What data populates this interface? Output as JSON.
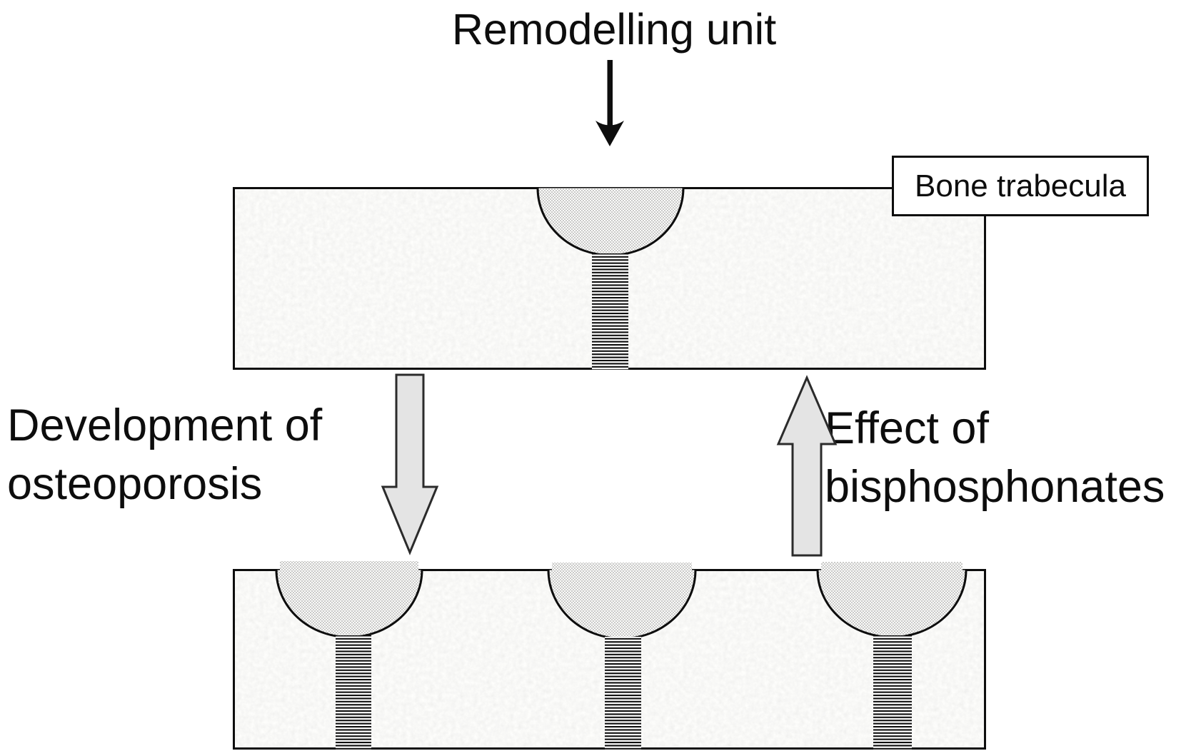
{
  "figure": {
    "title": "Remodelling unit",
    "bone_label": "Bone trabecula",
    "left_caption": {
      "line1": "Development of",
      "line2": "osteoporosis"
    },
    "right_caption": {
      "line1": "Effect of",
      "line2": "bisphosphonates"
    },
    "top_trabecula": {
      "description": "bone trabecula with single remodelling unit",
      "pit_count": 1
    },
    "bottom_trabecula": {
      "description": "osteoporotic bone trabecula with multiple remodelling units",
      "pit_count": 3
    },
    "arrows": [
      {
        "name": "remodelling-unit-pointer",
        "direction": "down",
        "style": "thin-black"
      },
      {
        "name": "development-of-osteoporosis-arrow",
        "direction": "down",
        "style": "gray-block"
      },
      {
        "name": "effect-of-bisphosphonates-arrow",
        "direction": "up",
        "style": "gray-block"
      }
    ],
    "colors": {
      "background": "#ffffff",
      "outline": "#0d0d0d",
      "arrow_fill": "#e4e4e4",
      "arrow_outline": "#2b2b2b",
      "bone_texture_tone": "#f1f1ef",
      "pit_fill_tone": "#e6e6e3",
      "text": "#0d0d0d"
    }
  }
}
